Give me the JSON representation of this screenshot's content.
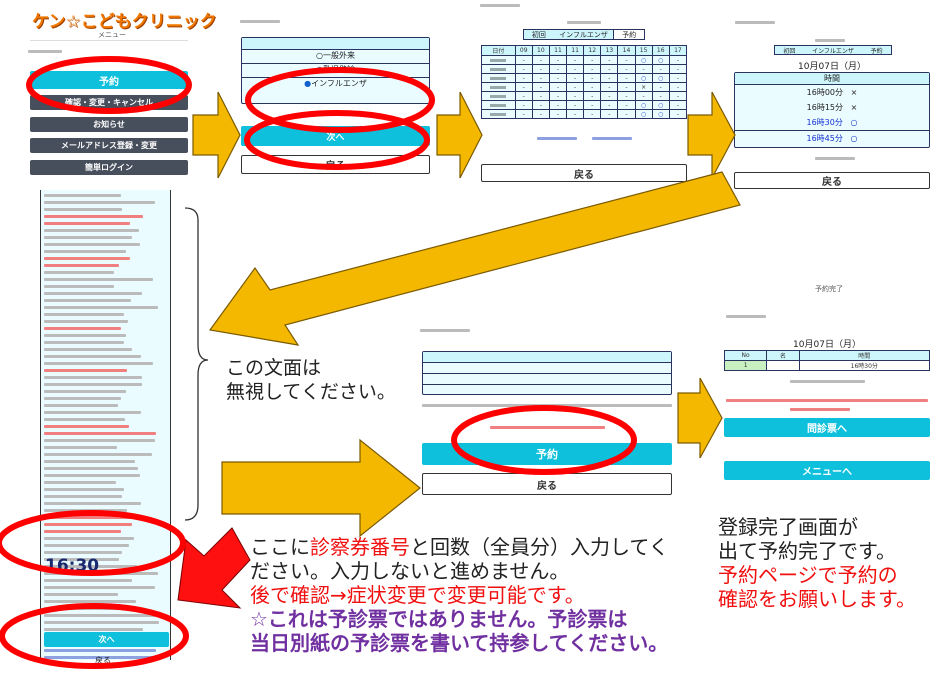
{
  "panel_menu": {
    "logo": "ケン☆こどもクリニック",
    "subtitle": "メニュー",
    "buttons": [
      "予約",
      "確認・変更・キャンセル",
      "お知らせ",
      "メールアドレス登録・変更",
      "簡単ログイン"
    ]
  },
  "panel_type": {
    "options": [
      "一般外来",
      "乳児健診",
      "インフルエンザ"
    ],
    "next": "次へ",
    "back": "戻る"
  },
  "panel_date": {
    "tabs": [
      "初回",
      "インフルエンザ",
      "予約"
    ],
    "headers": [
      "日付",
      "09",
      "10",
      "11",
      "11",
      "12",
      "13",
      "14",
      "15",
      "16",
      "17"
    ],
    "rows": [
      [
        "-",
        "-",
        "-",
        "-",
        "-",
        "-",
        "-",
        "○",
        "○",
        "-"
      ],
      [
        "-",
        "-",
        "-",
        "-",
        "-",
        "-",
        "-",
        "-",
        "-",
        "-"
      ],
      [
        "-",
        "-",
        "-",
        "-",
        "-",
        "-",
        "-",
        "○",
        "○",
        "-"
      ],
      [
        "-",
        "-",
        "-",
        "-",
        "-",
        "-",
        "-",
        "×",
        "-",
        "-"
      ],
      [
        "-",
        "-",
        "-",
        "-",
        "-",
        "-",
        "-",
        "-",
        "-",
        "-"
      ],
      [
        "-",
        "-",
        "-",
        "-",
        "-",
        "-",
        "-",
        "○",
        "○",
        "-"
      ],
      [
        "-",
        "-",
        "-",
        "-",
        "-",
        "-",
        "-",
        "○",
        "○",
        "-"
      ]
    ],
    "back": "戻る"
  },
  "panel_time": {
    "tabs": [
      "初回",
      "インフルエンザ",
      "予約"
    ],
    "date": "10月07日（月）",
    "header": "時間",
    "slots": [
      {
        "time": "16時00分",
        "mark": "×"
      },
      {
        "time": "16時15分",
        "mark": "×"
      },
      {
        "time": "16時30分",
        "mark": "○"
      },
      {
        "time": "16時45分",
        "mark": "○"
      }
    ],
    "back": "戻る"
  },
  "panel_form": {
    "time": "16:30",
    "next": "次へ",
    "back": "戻る"
  },
  "panel_confirm": {
    "reserve": "予約",
    "back": "戻る"
  },
  "panel_done": {
    "title": "予約完了",
    "date": "10月07日（月）",
    "headers": [
      "No",
      "名",
      "時間"
    ],
    "row": [
      "1",
      "",
      "16時30分"
    ],
    "questionnaire": "問診票へ",
    "menu": "メニューへ"
  },
  "notes": {
    "ignore": [
      "この文面は",
      "無視してください。"
    ],
    "input_1a": "ここに",
    "input_1b": "診察券番号",
    "input_1c": "と回数（全員分）入力してく",
    "input_2": "ださい。入力しないと進めません。",
    "input_3": "後で確認→症状変更で変更可能です。",
    "input_4": "☆これは予診票ではありません。予診票は",
    "input_5": "当日別紙の予診票を書いて持参してください。",
    "done_1": "登録完了画面が",
    "done_2": "出て予約完了です。",
    "done_3": "予約ページで予約の",
    "done_4": "確認をお願いします。"
  },
  "colors": {
    "accent": "#0ec0dc",
    "arrow": "#f5b800",
    "highlight": "#ff0000"
  }
}
